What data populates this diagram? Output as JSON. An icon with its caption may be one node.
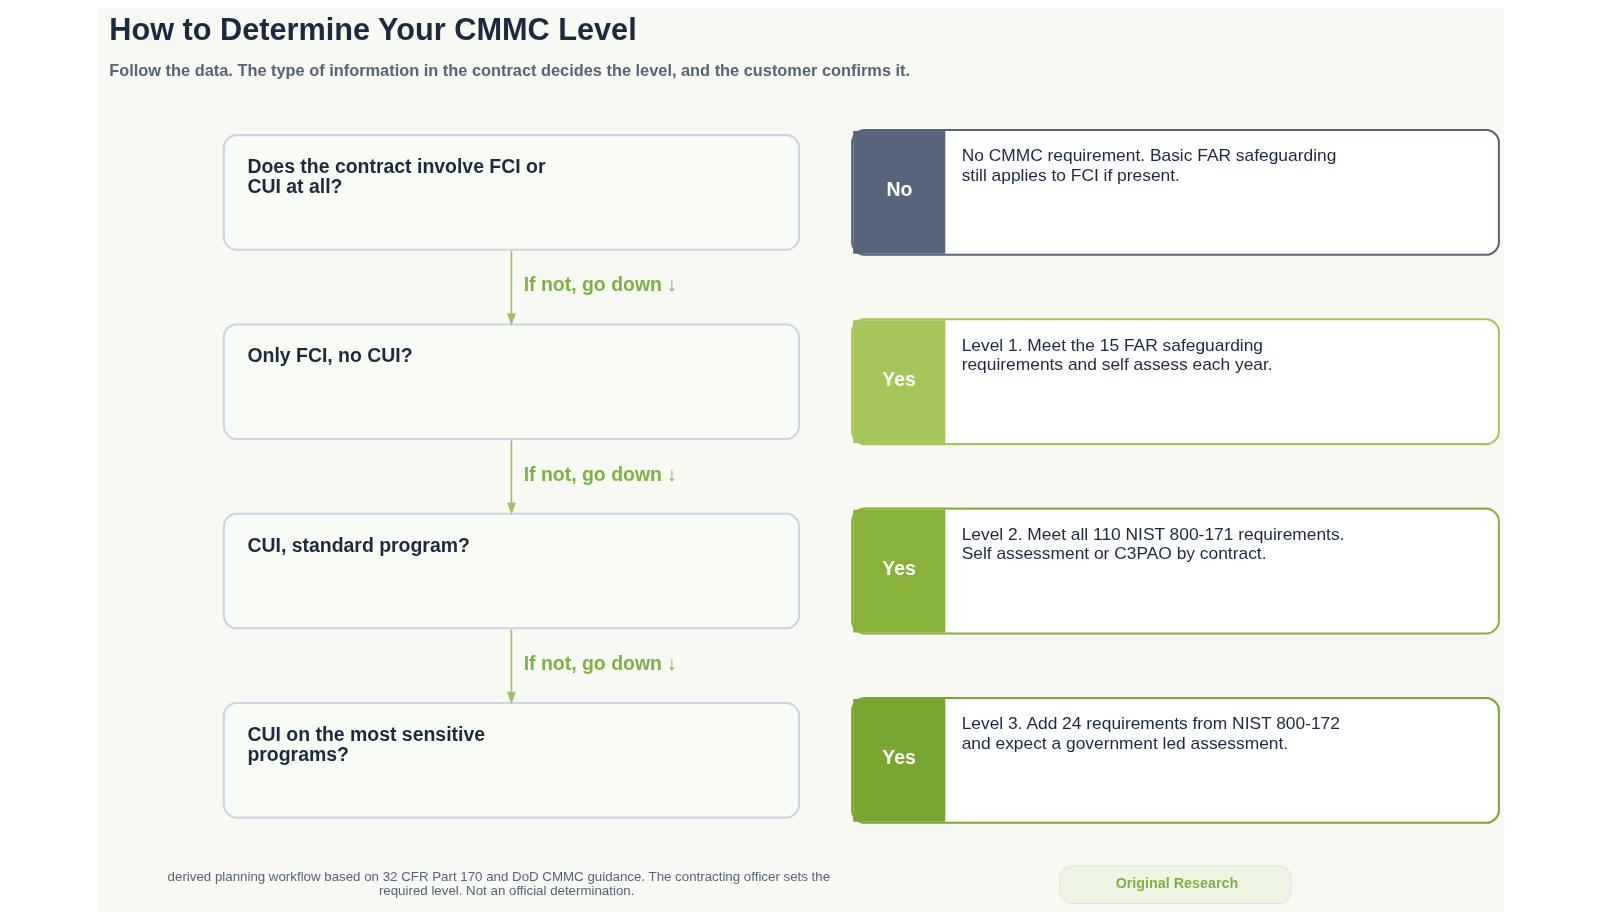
{
  "diagram": {
    "title": "How to Determine Your CMMC Level",
    "nodes": [
      {
        "text": [
          "Does the contract involve FCI or CUI at all?"
        ]
      },
      {
        "text": [
          "No",
          "No CMMC requirement. Basic FAR safeguarding still applies to FCI if present."
        ]
      },
      {
        "text": [
          "Only FCI, no CUI?"
        ]
      },
      {
        "text": [
          "Yes",
          "Level 1. Meet the 15 FAR safeguarding requirements and self assess each year."
        ]
      },
      {
        "text": [
          "CUI, standard program?"
        ]
      },
      {
        "text": [
          "Yes",
          "Level 2. Meet all 110 NIST 800-171 requirements. Self assessment or C3PAO by contract."
        ]
      },
      {
        "text": [
          "CUI on the most sensitive programs?"
        ]
      },
      {
        "text": [
          "Yes",
          "Level 3. Add 24 requirements from NIST 800-172 and expect a government led assessment."
        ]
      }
    ],
    "edges": [
      {
        "from": 0,
        "to": 2,
        "arrow": "to",
        "label": "If not, go down ↓"
      },
      {
        "from": 2,
        "to": 4,
        "arrow": "to",
        "label": "If not, go down ↓"
      },
      {
        "from": 4,
        "to": 6,
        "arrow": "to",
        "label": "If not, go down ↓"
      }
    ],
    "labels": [
      "Follow the data. The type of information in the contract decides the level, and the customer confirms it.",
      "derived planning workflow based on 32 CFR Part 170 and DoD CMMC guidance. The contracting officer sets the required level. Not an official determination.",
      "Original Research"
    ]
  }
}
